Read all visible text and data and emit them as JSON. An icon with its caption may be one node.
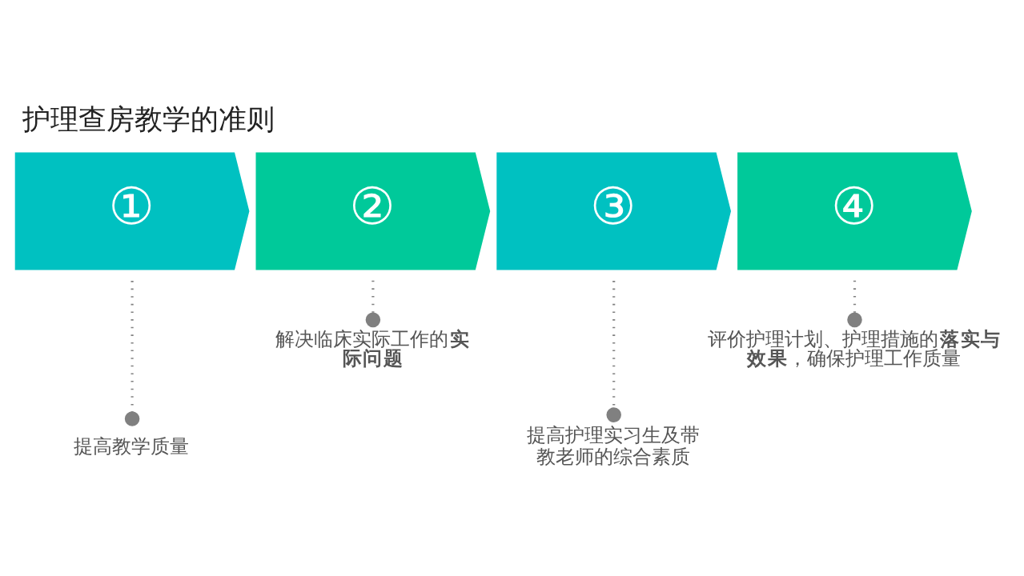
{
  "diagram": {
    "title": "护理查房教学的准则",
    "nodes": [
      {
        "text": [
          "①"
        ]
      },
      {
        "text": [
          "②"
        ]
      },
      {
        "text": [
          "③"
        ]
      },
      {
        "text": [
          "④"
        ]
      },
      {
        "text": [
          "提高教学质量"
        ]
      },
      {
        "text": [
          "解决临床实际工作的**实际问题**"
        ]
      },
      {
        "text": [
          "提高护理实习生及带教老师的综合素质"
        ]
      },
      {
        "text": [
          "评价护理计划、护理措施的**落实与效果**，确保护理工作质量"
        ]
      }
    ],
    "edges": [
      {
        "from": 0,
        "to": 4,
        "arrow": "other",
        "style": "dashed"
      },
      {
        "from": 1,
        "to": 5,
        "arrow": "other",
        "style": "dashed"
      },
      {
        "from": 2,
        "to": 6,
        "arrow": "other",
        "style": "dashed"
      },
      {
        "from": 3,
        "to": 7,
        "arrow": "other",
        "style": "dashed"
      }
    ]
  }
}
